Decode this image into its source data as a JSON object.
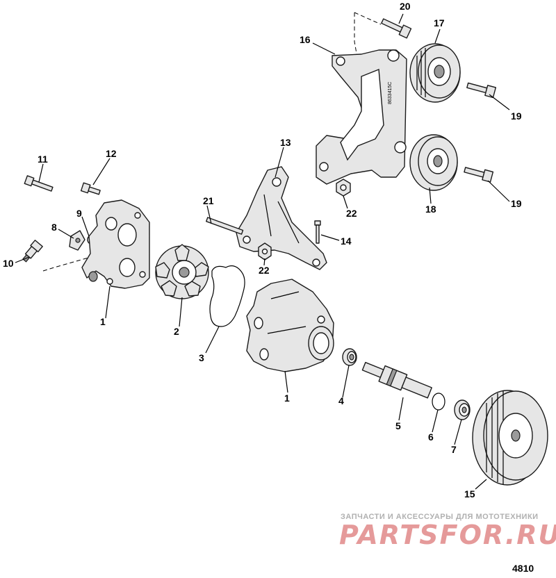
{
  "callouts": {
    "c1a": "1",
    "c1b": "1",
    "c2": "2",
    "c3": "3",
    "c4": "4",
    "c5": "5",
    "c6": "6",
    "c7": "7",
    "c8": "8",
    "c9": "9",
    "c10": "10",
    "c11": "11",
    "c12": "12",
    "c13": "13",
    "c14": "14",
    "c15": "15",
    "c16": "16",
    "c17": "17",
    "c18": "18",
    "c19a": "19",
    "c19b": "19",
    "c20": "20",
    "c21": "21",
    "c22a": "22",
    "c22b": "22"
  },
  "bracket_stamp": "8633415C",
  "watermark": {
    "tagline": "ЗАПЧАСТИ И АКСЕССУАРЫ ДЛЯ МОТОТЕХНИКИ",
    "logo": "PARTSFOR.RU"
  },
  "figure_number": "4810"
}
